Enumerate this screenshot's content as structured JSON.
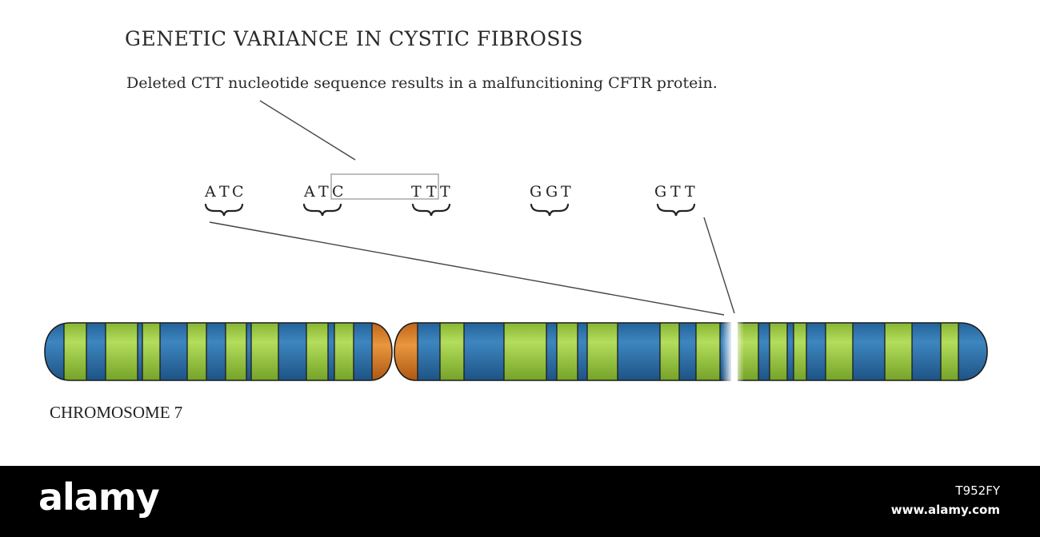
{
  "title": "GENETIC VARIANCE IN CYSTIC FIBROSIS",
  "subtitle": "Deleted CTT nucleotide sequence results in a malfuncitioning CFTR protein.",
  "chromosome_label": "CHROMOSOME 7",
  "codons": [
    {
      "letters": [
        "A",
        "T",
        "C"
      ]
    },
    {
      "letters": [
        "A",
        "T",
        "C"
      ]
    },
    {
      "letters": [
        "T",
        "T",
        "T"
      ]
    },
    {
      "letters": [
        "G",
        "G",
        "T"
      ]
    },
    {
      "letters": [
        "G",
        "T",
        "T"
      ]
    }
  ],
  "colors": {
    "blue_band": "#2c6fa6",
    "green_band": "#98c53c",
    "centromere": "#d8802a",
    "outline": "#1c1c1c",
    "gap": "#ffffff"
  },
  "footer": {
    "logo": "alamy",
    "image_id": "T952FY",
    "site": "www.alamy.com"
  }
}
